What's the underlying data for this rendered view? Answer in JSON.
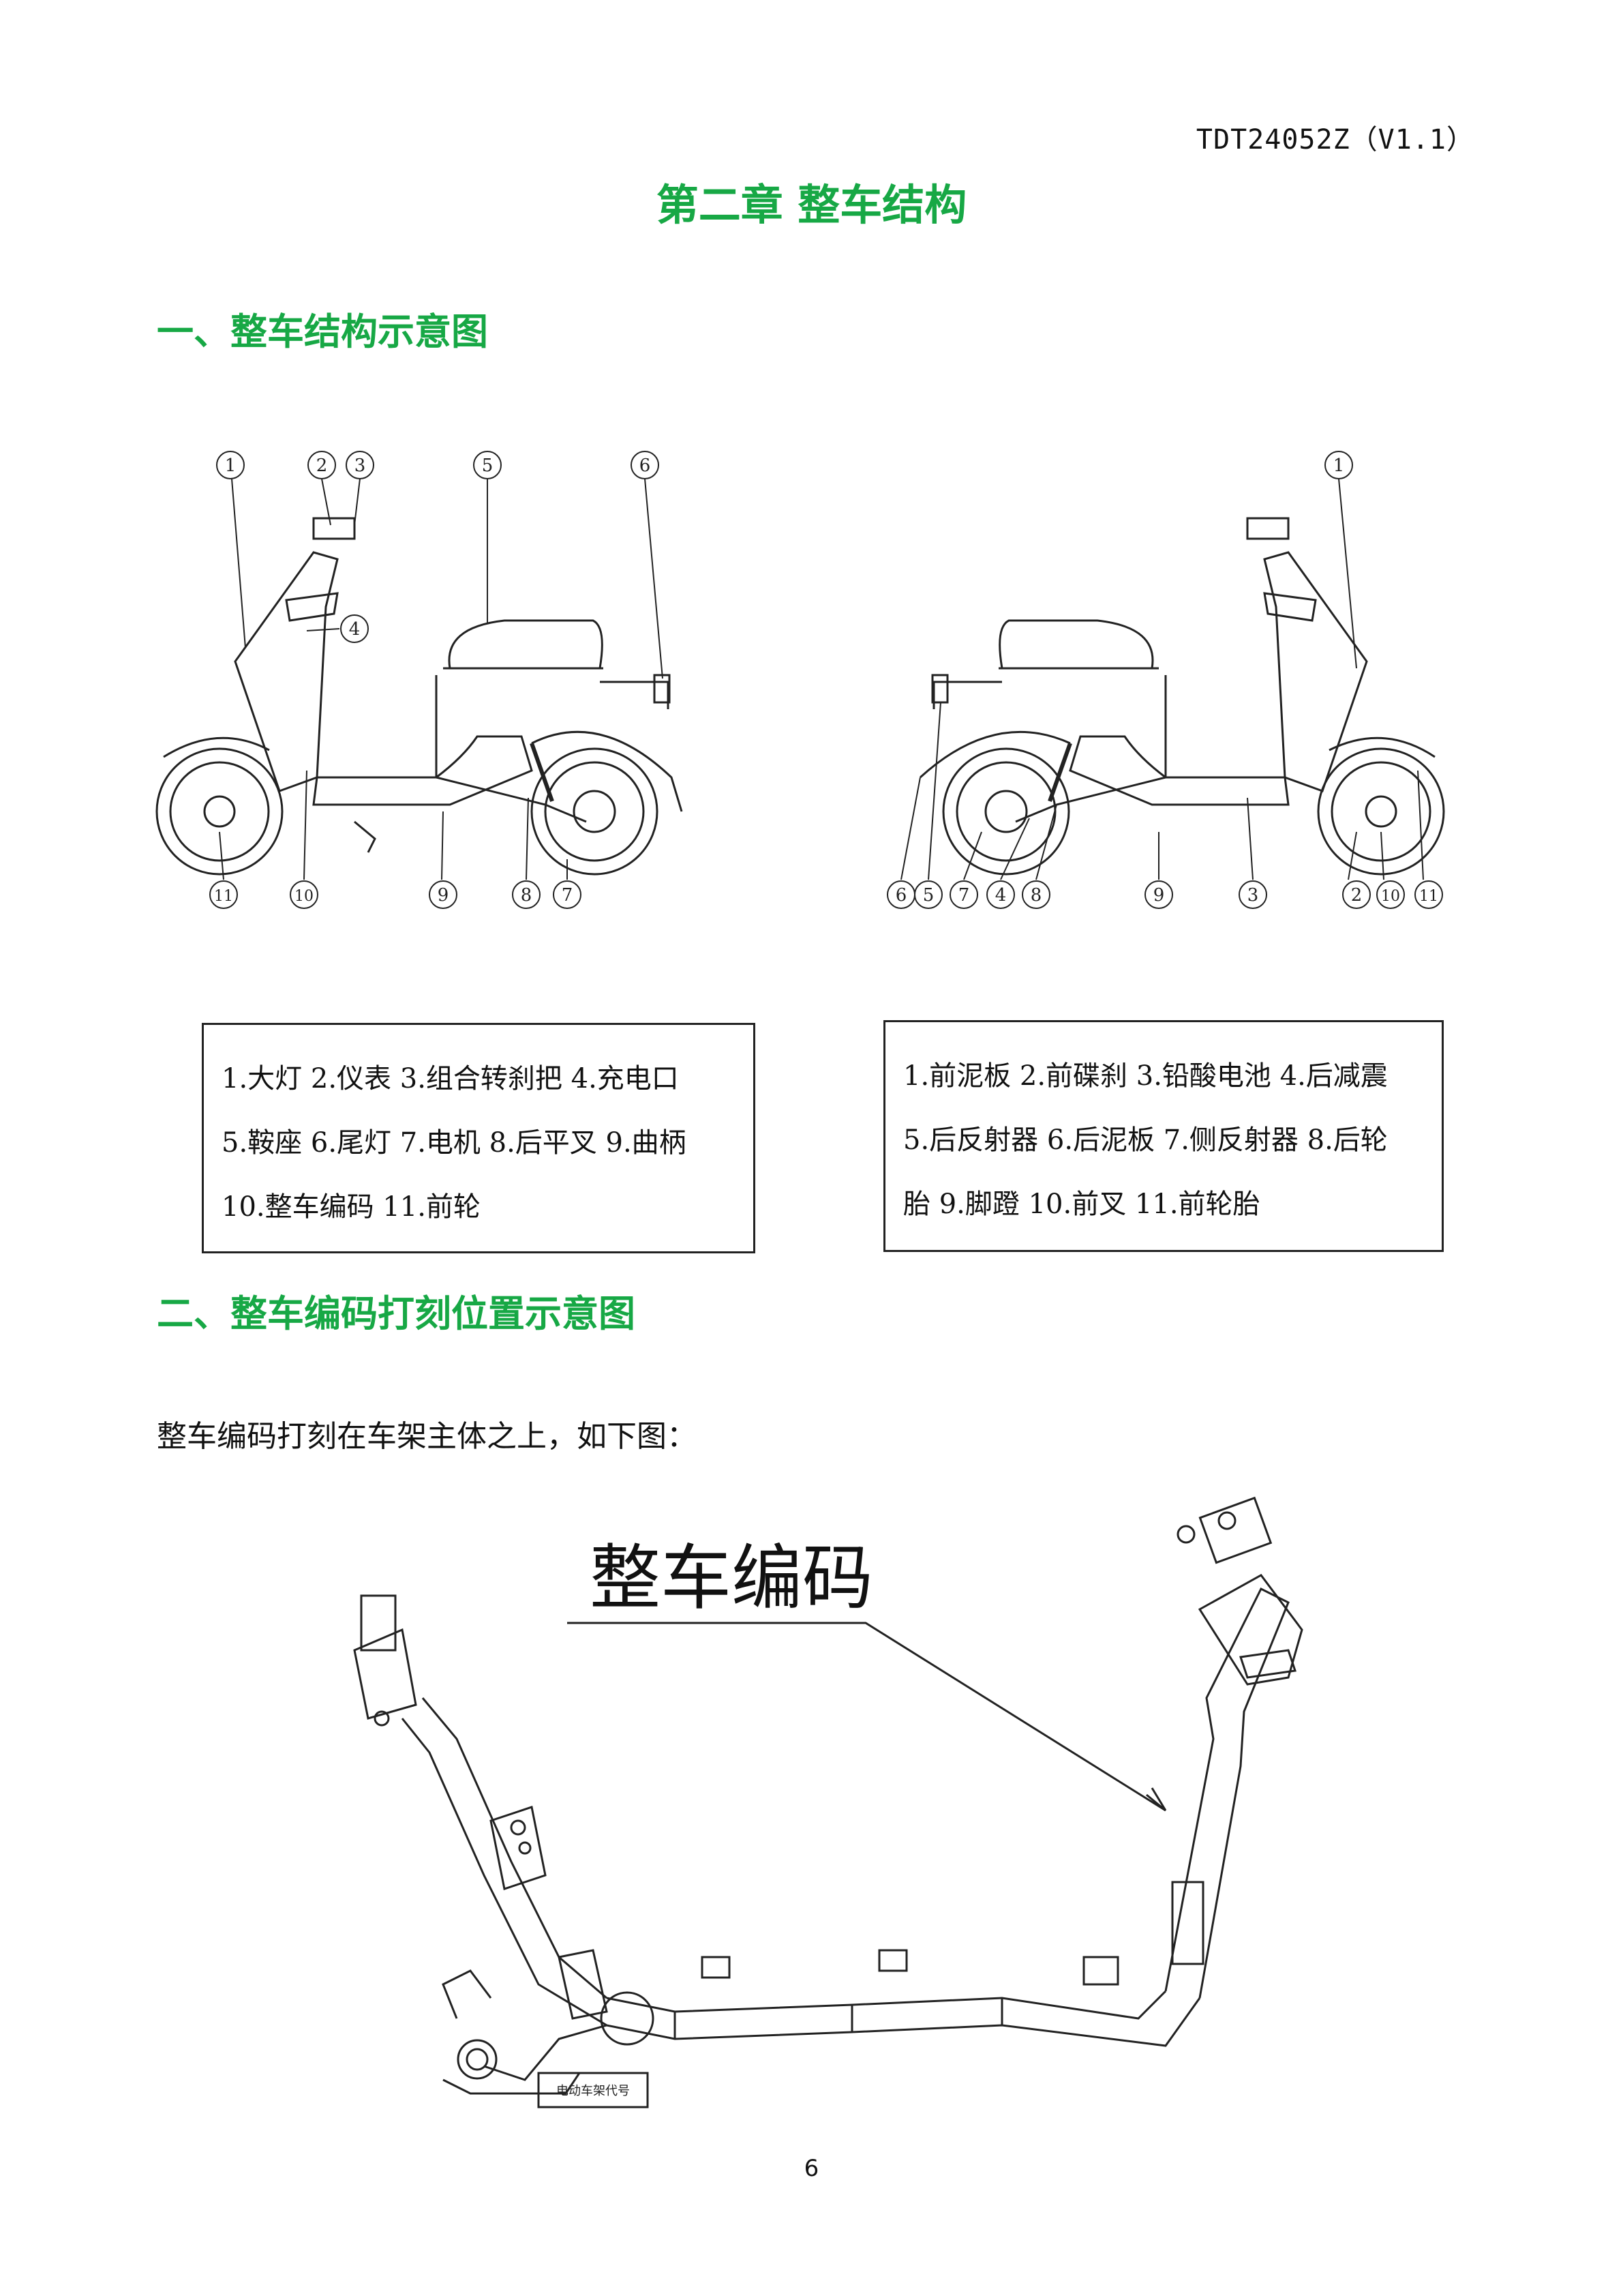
{
  "doc_code": "TDT24052Z（V1.1）",
  "chapter_title": "第二章    整车结构",
  "section1_title": "一、整车结构示意图",
  "section2_title": "二、整车编码打刻位置示意图",
  "left_view": {
    "top_labels": [
      "1",
      "2",
      "3",
      "5",
      "6"
    ],
    "side_label": "4",
    "bottom_labels": [
      "11",
      "10",
      "9",
      "8",
      "7"
    ]
  },
  "right_view": {
    "top_labels": [
      "1"
    ],
    "bottom_labels": [
      "6",
      "5",
      "7",
      "4",
      "8",
      "9",
      "3",
      "2",
      "10",
      "11"
    ]
  },
  "legend_left": {
    "lines": [
      "1.大灯  2.仪表  3.组合转刹把  4.充电口",
      "5.鞍座  6.尾灯  7.电机  8.后平叉  9.曲柄",
      "10.整车编码  11.前轮"
    ]
  },
  "legend_right": {
    "lines": [
      "1.前泥板  2.前碟刹  3.铅酸电池  4.后减震",
      "5.后反射器  6.后泥板  7.侧反射器 8.后轮",
      "胎  9.脚蹬  10.前叉    11.前轮胎"
    ]
  },
  "intro_text": "整车编码打刻在车架主体之上，如下图：",
  "frame_callout": "整车编码",
  "plate_text": "电动车架代号",
  "page_number": "6",
  "colors": {
    "heading": "#17a845",
    "line": "#222222"
  }
}
